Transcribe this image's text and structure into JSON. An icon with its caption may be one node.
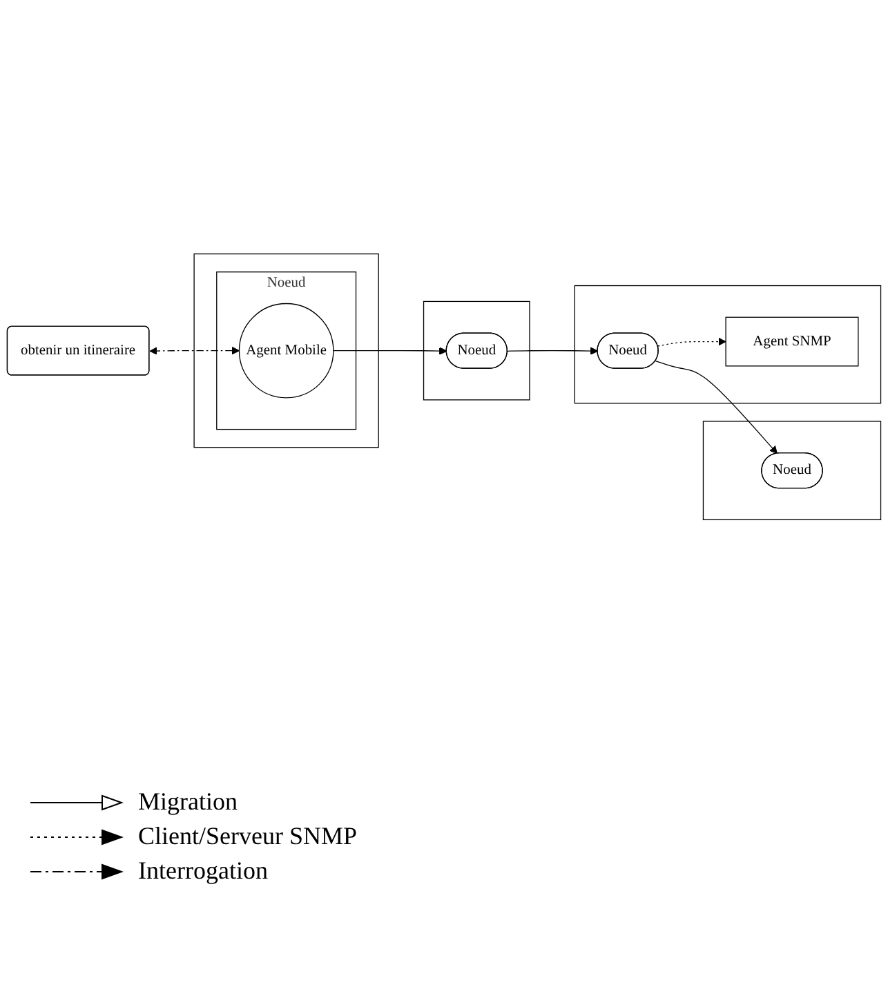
{
  "diagram": {
    "nodes": [
      {
        "text": [
          "obtenir un itineraire"
        ]
      },
      {
        "text": [],
        "shape": "box"
      },
      {
        "text": [
          "Noeud"
        ],
        "in": 1
      },
      {
        "text": [
          "Agent Mobile"
        ],
        "in": 2
      },
      {
        "text": [],
        "shape": "box"
      },
      {
        "text": [
          "Noeud"
        ],
        "in": 4
      },
      {
        "text": [],
        "shape": "box"
      },
      {
        "text": [
          "Noeud"
        ],
        "in": 6
      },
      {
        "text": [
          "Agent SNMP"
        ],
        "in": 6
      },
      {
        "text": [],
        "shape": "box"
      },
      {
        "text": [
          "Noeud"
        ],
        "in": 9
      }
    ],
    "edges": [
      {
        "from": 0,
        "to": 3,
        "arrow": "both",
        "style": "dashed"
      },
      {
        "from": 3,
        "to": 5,
        "arrow": "to"
      },
      {
        "from": 5,
        "to": 7,
        "arrow": "to"
      },
      {
        "from": 7,
        "to": 8,
        "arrow": "to",
        "style": "dashed"
      },
      {
        "from": 7,
        "to": 10,
        "arrow": "to"
      }
    ],
    "legend": [
      {
        "text": "Migration"
      },
      {
        "text": "Client/Serveur SNMP"
      },
      {
        "text": "Interrogation"
      }
    ]
  }
}
